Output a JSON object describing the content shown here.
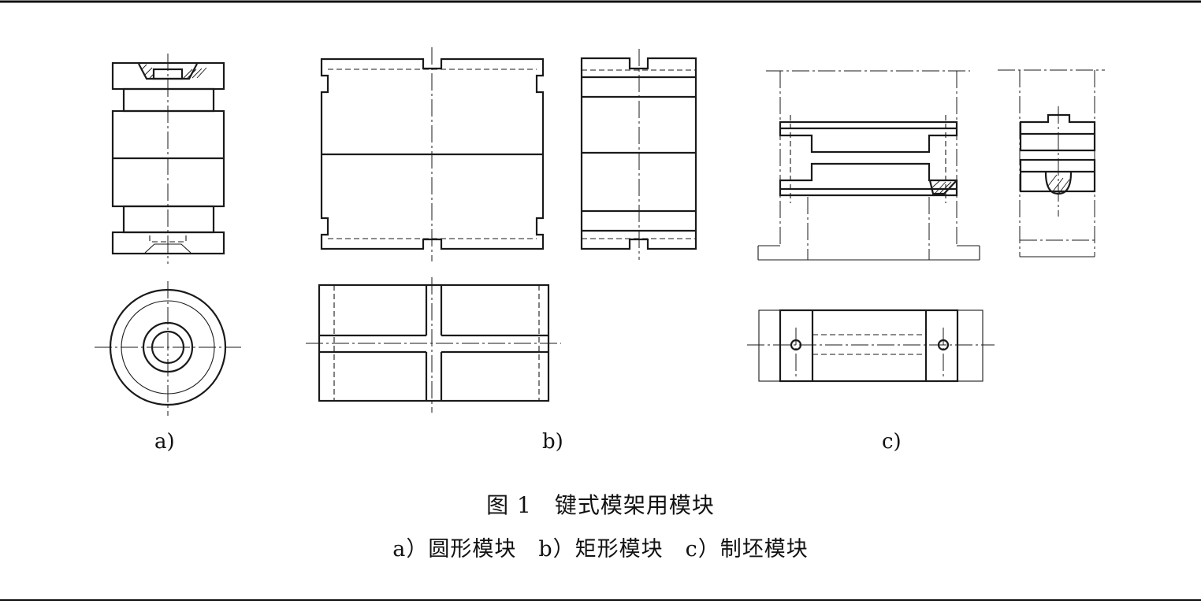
{
  "figure": {
    "title": "图 1　键式模架用模块",
    "subtitle": "a）圆形模块　b）矩形模块　c）制坯模块",
    "panel_labels": {
      "a": "a)",
      "b": "b)",
      "c": "c)"
    }
  }
}
